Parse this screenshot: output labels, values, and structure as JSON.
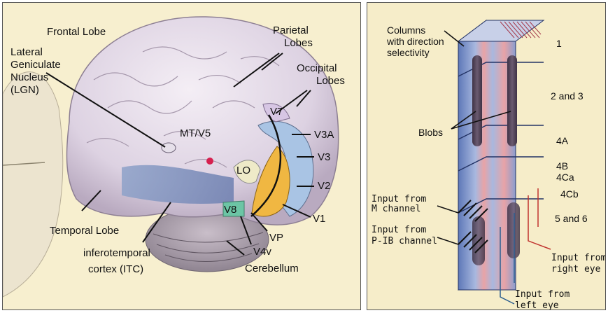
{
  "left_panel": {
    "labels": {
      "frontal_lobe": "Frontal Lobe",
      "lgn_line1": "Lateral",
      "lgn_line2": "Geniculate",
      "lgn_line3": "Nucleus",
      "lgn_line4": "(LGN)",
      "parietal_line1": "Parietal",
      "parietal_line2": "Lobes",
      "occipital_line1": "Occipital",
      "occipital_line2": "Lobes",
      "v7": "V7",
      "v3a": "V3A",
      "v3": "V3",
      "v2": "V2",
      "v1": "V1",
      "mt_v5": "MT/V5",
      "lo": "LO",
      "v8": "V8",
      "vp": "VP",
      "v4v": "V4v",
      "temporal_lobe": "Temporal Lobe",
      "itc_line1": "inferotemporal",
      "itc_line2": "cortex (ITC)",
      "cerebellum": "Cerebellum"
    }
  },
  "right_panel": {
    "labels": {
      "columns_line1": "Columns",
      "columns_line2": "with direction",
      "columns_line3": "selectivity",
      "blobs": "Blobs",
      "layer_1": "1",
      "layer_2_3": "2 and 3",
      "layer_4a": "4A",
      "layer_4b": "4B",
      "layer_4ca": "4Ca",
      "layer_4cb": "4Cb",
      "layer_5_6": "5 and 6",
      "m_input_line1": "Input from",
      "m_input_line2": "M channel",
      "p_input_line1": "Input from",
      "p_input_line2": "P-IB channel",
      "right_eye_line1": "Input from",
      "right_eye_line2": "right eye",
      "left_eye_line1": "Input from",
      "left_eye_line2": "left eye"
    }
  },
  "colors": {
    "column_blue": "#6f86c4",
    "ocular_pink": "#e8a3a6",
    "blob_dark": "#5a4a5e",
    "v1_orange": "#f0b742",
    "v2_blue": "#a9c4e4",
    "v8_green": "#6cc5a5"
  }
}
